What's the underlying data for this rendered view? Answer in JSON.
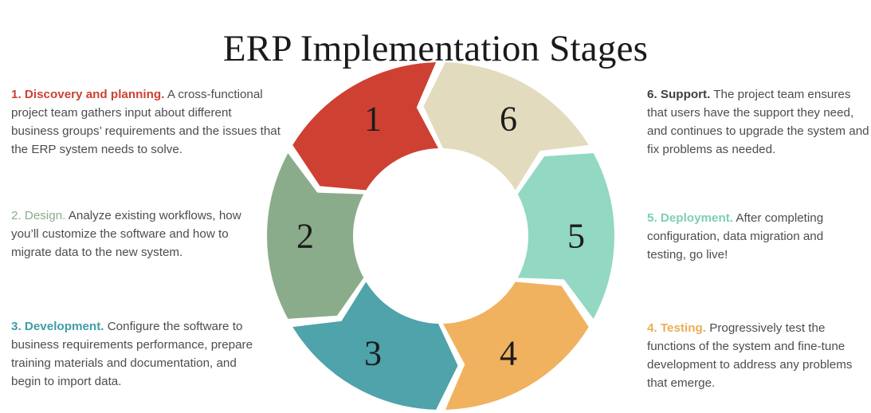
{
  "title": "ERP Implementation Stages",
  "palette": {
    "stage1_red": "#CE4132",
    "stage2_sage": "#8BAC8A",
    "stage3_teal": "#4FA3AA",
    "stage4_orange": "#F0B25F",
    "stage5_mint": "#92D8C2",
    "stage6_beige": "#E3DBBE",
    "body_text": "#4d4d4d",
    "heading_text": "#1a1a1a",
    "support_lead": "#3f3f3f",
    "background": "#FFFFFF",
    "gap": "#FFFFFF"
  },
  "diagram": {
    "type": "cycle",
    "segment_count": 6,
    "direction": "counter-clockwise",
    "numbers": [
      "1",
      "2",
      "3",
      "4",
      "5",
      "6"
    ],
    "segments": [
      {
        "number": "1",
        "name": "Discovery and planning",
        "color": "#CE4132"
      },
      {
        "number": "2",
        "name": "Design",
        "color": "#8BAC8A"
      },
      {
        "number": "3",
        "name": "Development",
        "color": "#4FA3AA"
      },
      {
        "number": "4",
        "name": "Testing",
        "color": "#F0B25F"
      },
      {
        "number": "5",
        "name": "Deployment",
        "color": "#92D8C2"
      },
      {
        "number": "6",
        "name": "Support",
        "color": "#E3DBBE"
      }
    ]
  },
  "stages": {
    "left": [
      {
        "lead": "1. Discovery and planning.",
        "lead_color": "#CE4132",
        "lead_bold": true,
        "body": " A cross-functional project team gathers input about different business groups’ requirements and the issues that the ERP system needs to solve."
      },
      {
        "lead": "2. Design.",
        "lead_color": "#8BAC8A",
        "lead_bold": false,
        "body": " Analyze existing workflows, how you’ll customize the software and how to migrate data to the new system."
      },
      {
        "lead": "3. Development.",
        "lead_color": "#3F9DA6",
        "lead_bold": true,
        "body": " Configure the software to business requirements performance, prepare training materials and documentation, and begin to import data."
      }
    ],
    "right": [
      {
        "lead": "6. Support.",
        "lead_color": "#3f3f3f",
        "lead_bold": true,
        "body": " The project team ensures that users have the support they need, and continues to upgrade the system and fix problems as needed."
      },
      {
        "lead": "5. Deployment.",
        "lead_color": "#7ECFB4",
        "lead_bold": true,
        "body": " After completing configuration, data migration and testing, go live!"
      },
      {
        "lead": "4. Testing.",
        "lead_color": "#EBAE55",
        "lead_bold": true,
        "body": " Progressively test the functions of the system and fine-tune development to address any problems that emerge."
      }
    ]
  }
}
